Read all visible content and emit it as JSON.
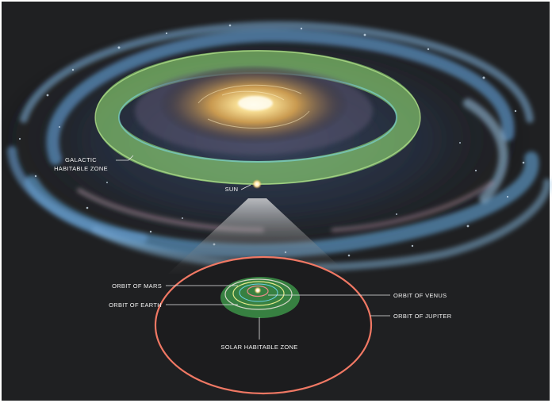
{
  "labels": {
    "galactic_zone_line1": "GALACTIC",
    "galactic_zone_line2": "HABITABLE ZONE",
    "sun": "SUN",
    "orbit_mars": "ORBIT OF MARS",
    "orbit_earth": "ORBIT OF EARTH",
    "orbit_venus": "ORBIT OF VENUS",
    "orbit_jupiter": "ORBIT OF JUPITER",
    "solar_zone": "SOLAR HABITABLE ZONE"
  },
  "colors": {
    "space": "#1f2022",
    "galaxy_core": "#f4d68a",
    "spiral_arms": "#6fa8d8",
    "galactic_habitable_zone": "#9ef07a",
    "solar_habitable_zone": "#3f9a4a",
    "jupiter_orbit": "#f07864",
    "earth_orbit": "#6ad0e6",
    "mars_orbit": "#e4e4e4",
    "venus_orbit": "#e98a8a",
    "sun": "#ffe7a8"
  }
}
